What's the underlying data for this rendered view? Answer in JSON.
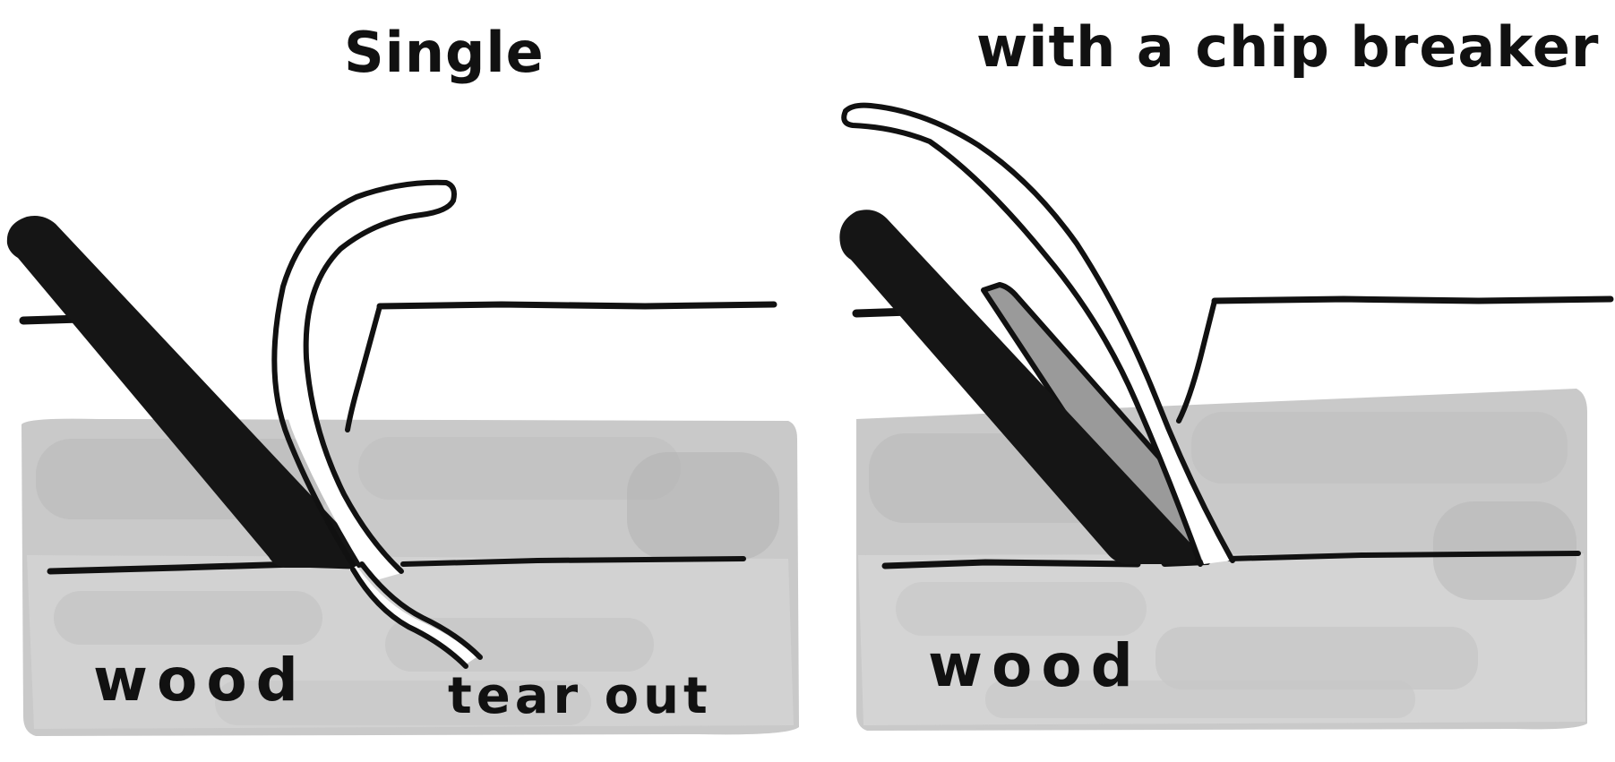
{
  "panels": [
    {
      "title": "Single",
      "wood_label": "wood",
      "annotation": "tear out"
    },
    {
      "title": "with a chip breaker",
      "wood_label": "wood"
    }
  ],
  "colors": {
    "ink": "#111111",
    "wood_light": "#cfcfcf",
    "wood_dark": "#b9b9b9",
    "background": "#ffffff"
  }
}
